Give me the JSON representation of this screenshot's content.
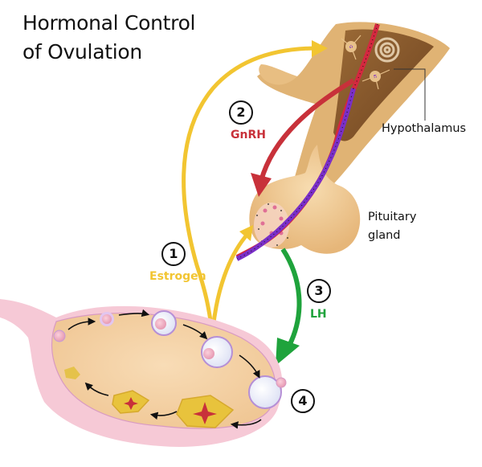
{
  "title": {
    "line1": "Hormonal Control",
    "line2": "of Ovulation"
  },
  "structures": {
    "hypothalamus": "Hypothalamus",
    "pituitary_line1": "Pituitary",
    "pituitary_line2": "gland"
  },
  "steps": [
    {
      "number": "1",
      "hormone": "Estrogen",
      "color": "#f2c531"
    },
    {
      "number": "2",
      "hormone": "GnRH",
      "color": "#c8313a"
    },
    {
      "number": "3",
      "hormone": "LH",
      "color": "#1fa33c"
    },
    {
      "number": "4",
      "hormone": "",
      "color": "#111111"
    }
  ],
  "colors": {
    "brain_tissue": "#e2b879",
    "brain_dark": "#8a5a2b",
    "ovary_outer": "#f6c9d6",
    "ovary_inner": "#f3cfa2",
    "follicle_purple": "#c9a4e0",
    "corpus_luteum": "#e8c33c",
    "blood_vessel_purple": "#7a2fc8"
  }
}
